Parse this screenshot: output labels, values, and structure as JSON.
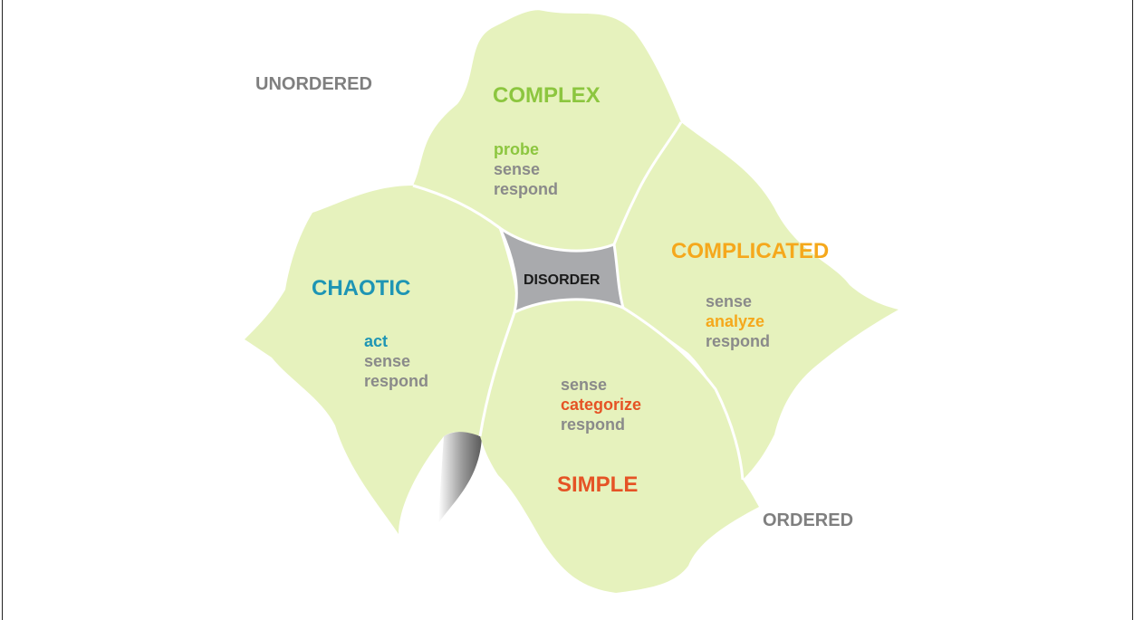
{
  "labels": {
    "unordered": "UNORDERED",
    "ordered": "ORDERED",
    "disorder": "DISORDER"
  },
  "domains": {
    "complex": {
      "title": "COMPLEX",
      "steps": [
        "probe",
        "sense",
        "respond"
      ]
    },
    "complicated": {
      "title": "COMPLICATED",
      "steps": [
        "sense",
        "analyze",
        "respond"
      ]
    },
    "chaotic": {
      "title": "CHAOTIC",
      "steps": [
        "act",
        "sense",
        "respond"
      ]
    },
    "simple": {
      "title": "SIMPLE",
      "steps": [
        "sense",
        "categorize",
        "respond"
      ]
    }
  },
  "colors": {
    "region_fill": "#e6f2bd",
    "disorder_fill": "#a9aaad",
    "complex": "#8cc63f",
    "chaotic": "#1e95b4",
    "complicated": "#f5a81c",
    "simple": "#e55325",
    "gray_text": "#8a8a8a"
  }
}
